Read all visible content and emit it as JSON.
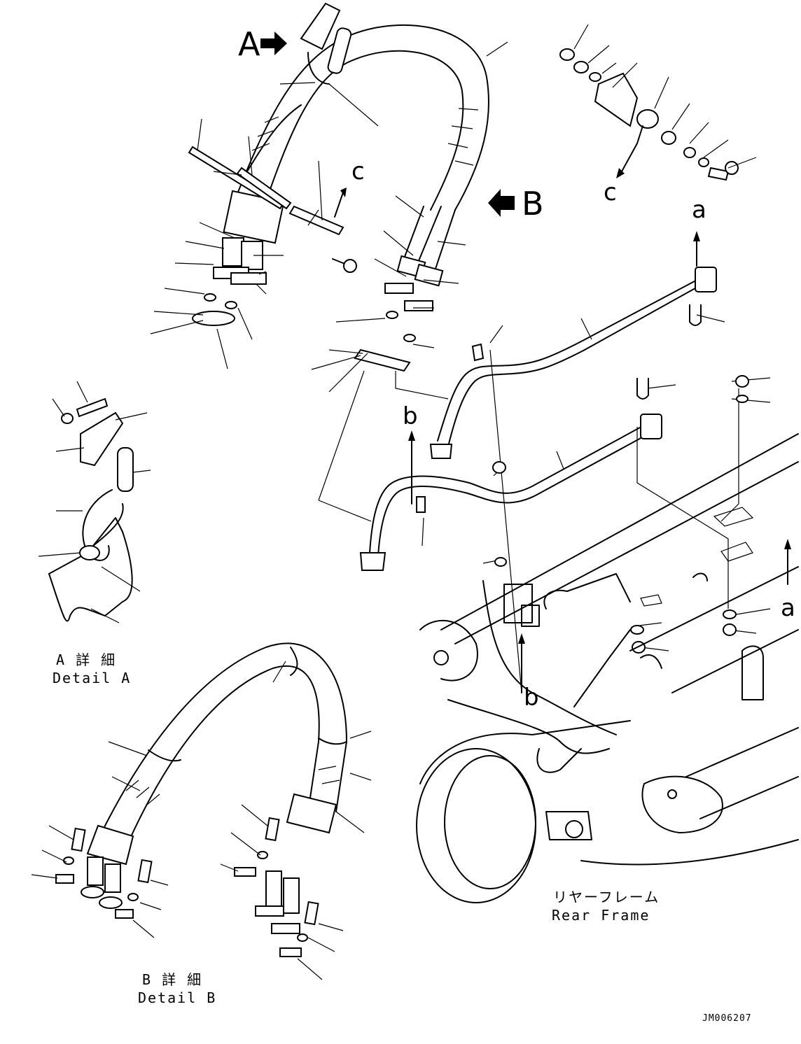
{
  "view_labels": {
    "A": "A",
    "B": "B",
    "a_top": "a",
    "a_bottom": "a",
    "b_top": "b",
    "b_bottom": "b",
    "c_top": "c",
    "c_right": "c"
  },
  "detail_a": {
    "caption_jp": "A 詳 細",
    "caption_en": "Detail A"
  },
  "detail_b": {
    "caption_jp": "B 詳 細",
    "caption_en": "Detail B"
  },
  "rear_frame": {
    "label_jp": "リヤーフレーム",
    "label_en": "Rear Frame"
  },
  "drawing_code": "JM006207"
}
